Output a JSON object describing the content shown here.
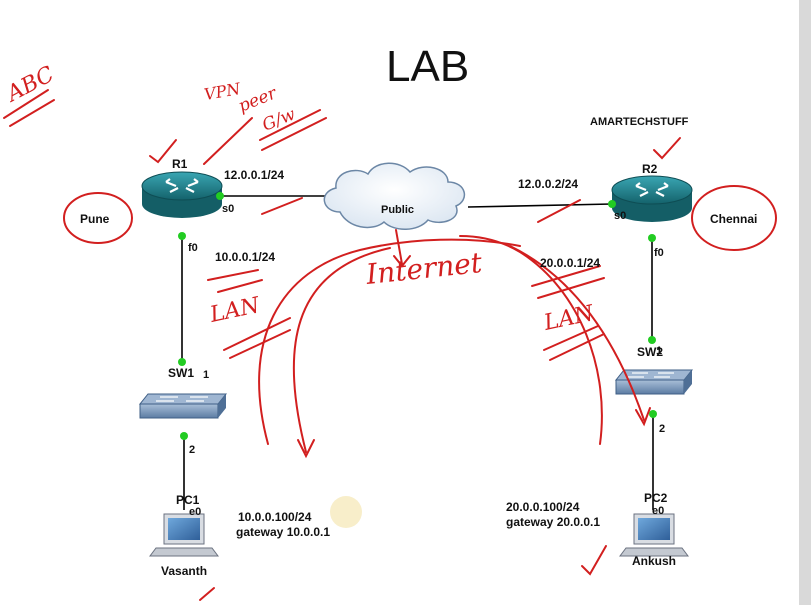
{
  "title": "LAB",
  "watermark": "AMARTECHSTUFF",
  "routers": [
    {
      "name": "R1",
      "site": "Pune",
      "wan_port": "s0",
      "lan_port": "f0",
      "wan_ip": "12.0.0.1/24",
      "lan_ip": "10.0.0.1/24"
    },
    {
      "name": "R2",
      "site": "Chennai",
      "wan_port": "s0",
      "lan_port": "f0",
      "wan_ip": "12.0.0.2/24",
      "lan_ip": "20.0.0.1/24"
    }
  ],
  "cloud": {
    "label": "Public"
  },
  "switches": [
    {
      "name": "SW1",
      "up_port": "1",
      "down_port": "2"
    },
    {
      "name": "SW2",
      "up_port": "1",
      "down_port": "2"
    }
  ],
  "pcs": [
    {
      "name": "PC1",
      "user": "Vasanth",
      "port": "e0",
      "ip": "10.0.0.100/24",
      "gateway": "gateway 10.0.0.1"
    },
    {
      "name": "PC2",
      "user": "Ankush",
      "port": "e0",
      "ip": "20.0.0.100/24",
      "gateway": "gateway 20.0.0.1"
    }
  ],
  "handwriting": {
    "abc": "ABC",
    "vpn": "VPN",
    "peer": "peer",
    "glw": "G/w",
    "internet": "Internet",
    "lan_left": "LAN",
    "lan_right": "LAN"
  },
  "colors": {
    "ink": "#d21f1f",
    "link": "#000000",
    "port_dot": "#22cc22",
    "router": "#1e7f8a",
    "switch": "#6f8fb3"
  }
}
